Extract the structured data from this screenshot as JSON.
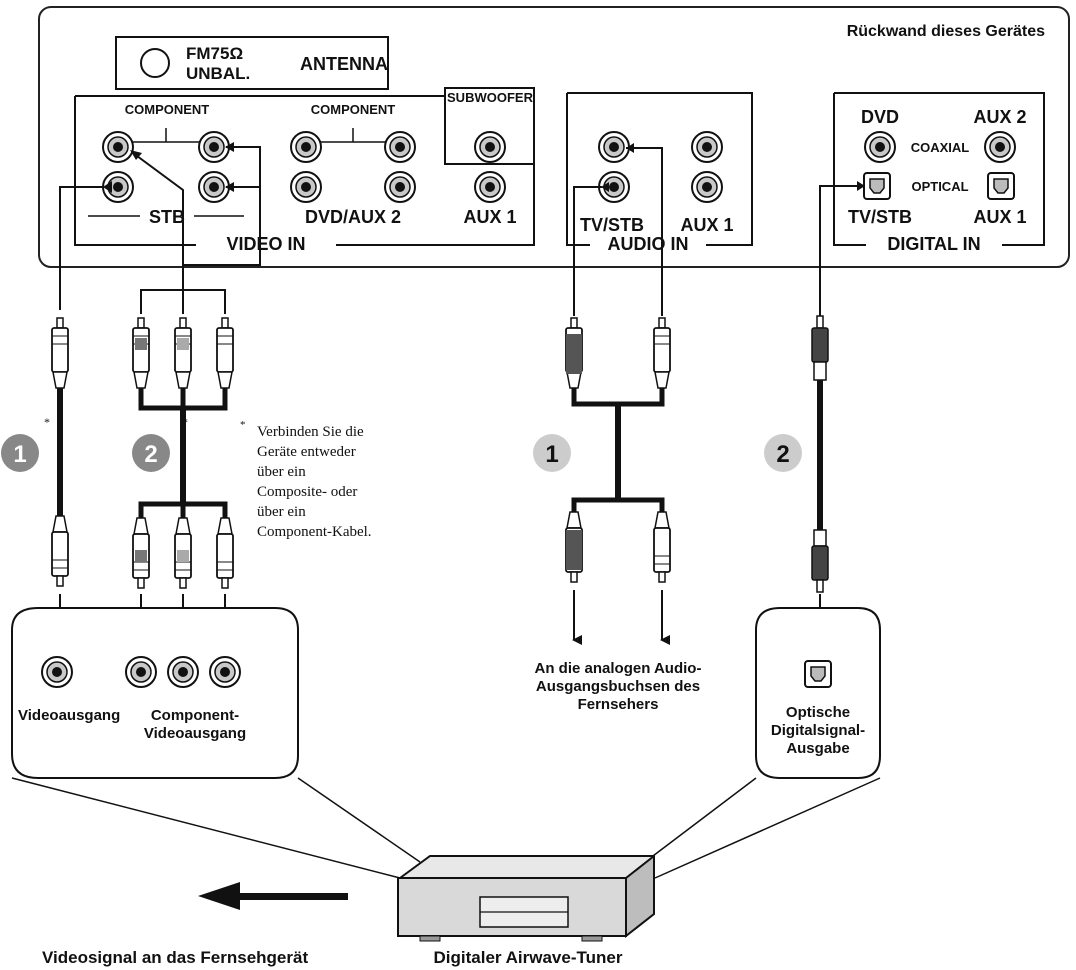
{
  "rear_panel": {
    "title": "Rückwand dieses Gerätes",
    "antenna": {
      "type": "FM75Ω",
      "balance": "UNBAL.",
      "label": "ANTENNA"
    },
    "video_in": {
      "group_label": "VIDEO IN",
      "component_label_1": "COMPONENT",
      "component_label_2": "COMPONENT",
      "stb_label": "STB",
      "dvd_aux2_label": "DVD/AUX 2",
      "aux1_label": "AUX 1",
      "subwoofer_label": "SUBWOOFER"
    },
    "audio_in": {
      "group_label": "AUDIO IN",
      "tv_stb_label": "TV/STB",
      "aux1_label": "AUX 1"
    },
    "digital_in": {
      "group_label": "DIGITAL IN",
      "dvd_label": "DVD",
      "aux2_label": "AUX 2",
      "coaxial_label": "COAXIAL",
      "optical_label": "OPTICAL",
      "tv_stb_label": "TV/STB",
      "aux1_label": "AUX 1"
    }
  },
  "cables": {
    "badge_1_left": "1",
    "badge_2_left": "2",
    "badge_1_audio": "1",
    "badge_2_optical": "2",
    "asterisk_1": "*",
    "asterisk_2": "*"
  },
  "note": {
    "asterisk": "*",
    "lines": [
      "Verbinden Sie die",
      "Geräte entweder",
      "über ein",
      "Composite- oder",
      "über ein",
      "Component-Kabel."
    ]
  },
  "tuner_outputs": {
    "video_out_label": "Videoausgang",
    "component_out_line1": "Component-",
    "component_out_line2": "Videoausgang",
    "optical_out_line1": "Optische",
    "optical_out_line2": "Digitalsignal-",
    "optical_out_line3": "Ausgabe"
  },
  "tv_audio_note": {
    "line1": "An die analogen Audio-",
    "line2": "Ausgangsbuchsen des",
    "line3": "Fernsehers"
  },
  "bottom": {
    "video_signal_label": "Videosignal an das Fernsehgerät",
    "tuner_label": "Digitaler Airwave-Tuner"
  }
}
